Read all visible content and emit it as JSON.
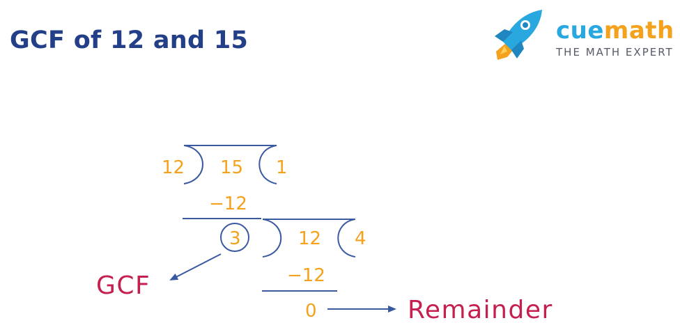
{
  "title": "GCF of 12 and 15",
  "brand": {
    "name_part1": "cue",
    "name_part2": "math",
    "tagline": "THE MATH EXPERT",
    "icon": "rocket-icon"
  },
  "step1": {
    "divisor": "12",
    "dividend": "15",
    "quotient": "1",
    "subtract": "−12",
    "remainder": "3"
  },
  "step2": {
    "dividend": "12",
    "quotient": "4",
    "subtract": "−12",
    "remainder": "0"
  },
  "labels": {
    "gcf": "GCF",
    "remainder": "Remainder"
  },
  "colors": {
    "title": "#233f88",
    "lines": "#3a5aa0",
    "numbers": "#f4a21d",
    "labels": "#c41f4f",
    "brand_blue": "#29a8e0",
    "brand_orange": "#f4a21d"
  }
}
